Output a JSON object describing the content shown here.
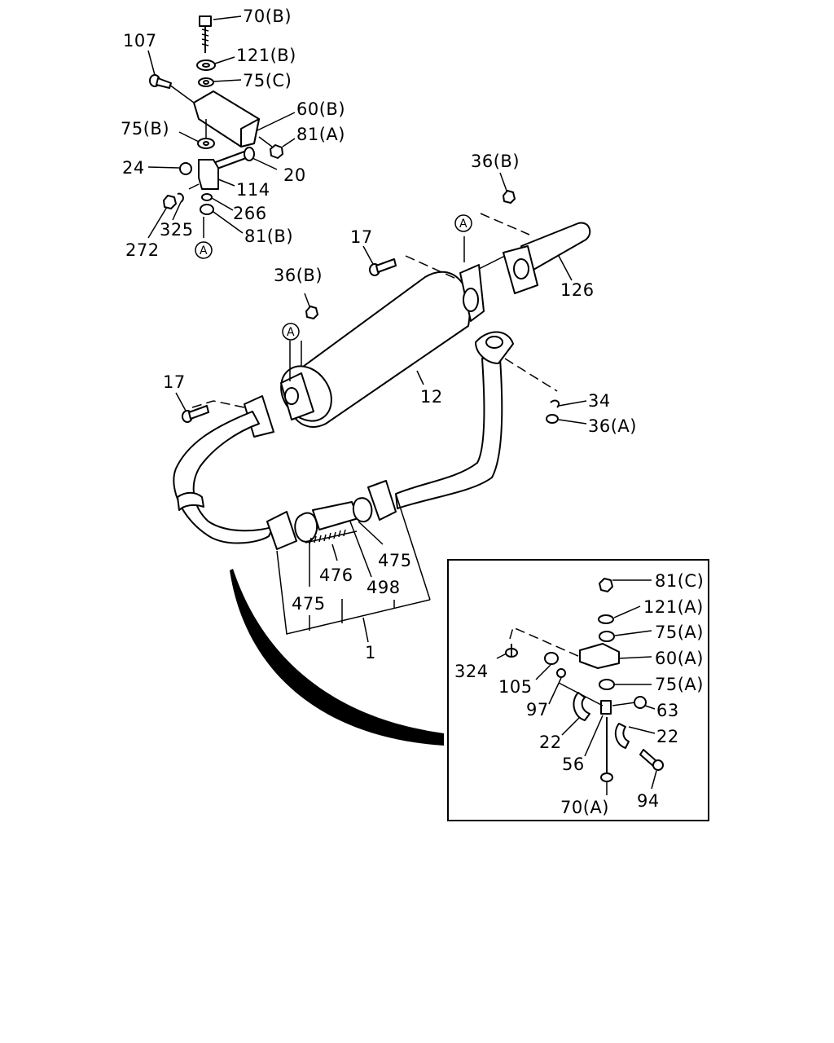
{
  "callouts": {
    "p70b": "70(B)",
    "p107": "107",
    "p121b": "121(B)",
    "p75c": "75(C)",
    "p60b": "60(B)",
    "p75b": "75(B)",
    "p81a": "81(A)",
    "p24": "24",
    "p20": "20",
    "p114": "114",
    "p266": "266",
    "p272": "272",
    "p325": "325",
    "p81b": "81(B)",
    "p36b_top": "36(B)",
    "p17_top": "17",
    "p126": "126",
    "p36b_mid": "36(B)",
    "p12": "12",
    "p17_left": "17",
    "p34": "34",
    "p36a": "36(A)",
    "p475_right": "475",
    "p476": "476",
    "p498": "498",
    "p475_left": "475",
    "p1": "1",
    "p81c": "81(C)",
    "p121a": "121(A)",
    "p75a_top": "75(A)",
    "p324": "324",
    "p60a": "60(A)",
    "p105": "105",
    "p75a_bot": "75(A)",
    "p97": "97",
    "p63": "63",
    "p22_left": "22",
    "p22_right": "22",
    "p56": "56",
    "p70a": "70(A)",
    "p94": "94"
  },
  "refs": {
    "a1": "A",
    "a2": "A",
    "a3": "A"
  }
}
